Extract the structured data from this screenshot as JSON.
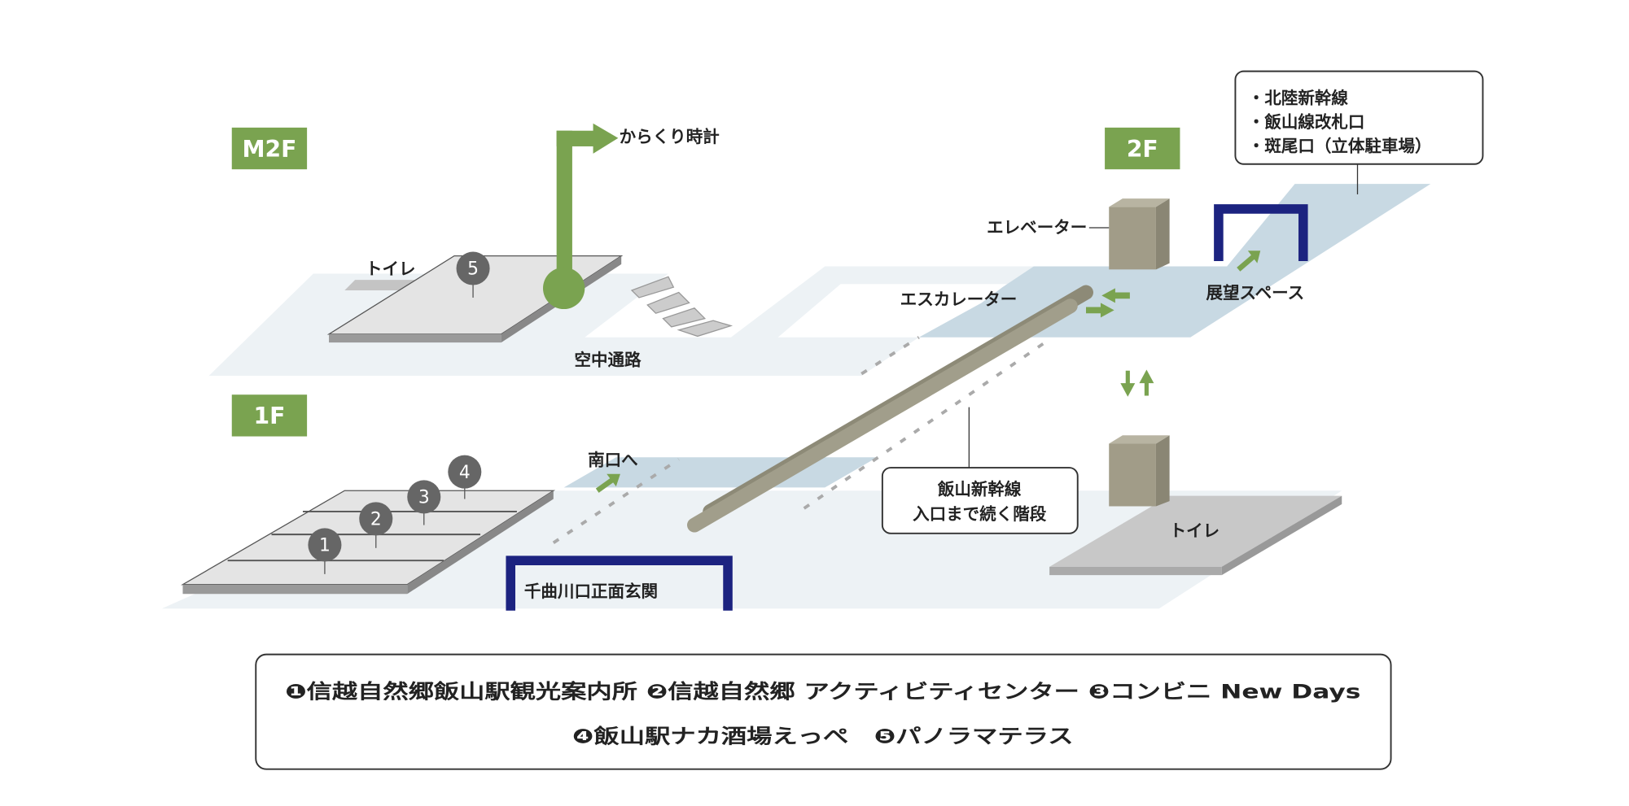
{
  "floors": {
    "m2f": "M2F",
    "f2": "2F",
    "f1": "1F"
  },
  "labels": {
    "karakuri_clock": "からくり時計",
    "toilet_m2f": "トイレ",
    "skyway": "空中通路",
    "elevator": "エレベーター",
    "escalator": "エスカレーター",
    "observation_space": "展望スペース",
    "to_south_exit": "南口へ",
    "toilet_1f": "トイレ",
    "chikumagawa_entrance": "千曲川口正面玄関"
  },
  "callouts": {
    "gates": [
      "・北陸新幹線",
      "・飯山線改札口",
      "・斑尾口（立体駐車場）"
    ],
    "stairs": [
      "飯山新幹線",
      "入口まで続く階段"
    ]
  },
  "pins": [
    "1",
    "2",
    "3",
    "4",
    "5"
  ],
  "legend": {
    "line1": "❶信越自然郷飯山駅観光案内所 ❷信越自然郷 アクティビティセンター ❸コンビニ New Days",
    "line2": "❹飯山駅ナカ酒場えっぺ　❺パノラマテラス"
  },
  "colors": {
    "green": "#7aa350",
    "navy": "#1c2380",
    "floor_light": "#edf2f5",
    "floor_blue": "#c8d9e3",
    "escalator": "#9c9985"
  }
}
